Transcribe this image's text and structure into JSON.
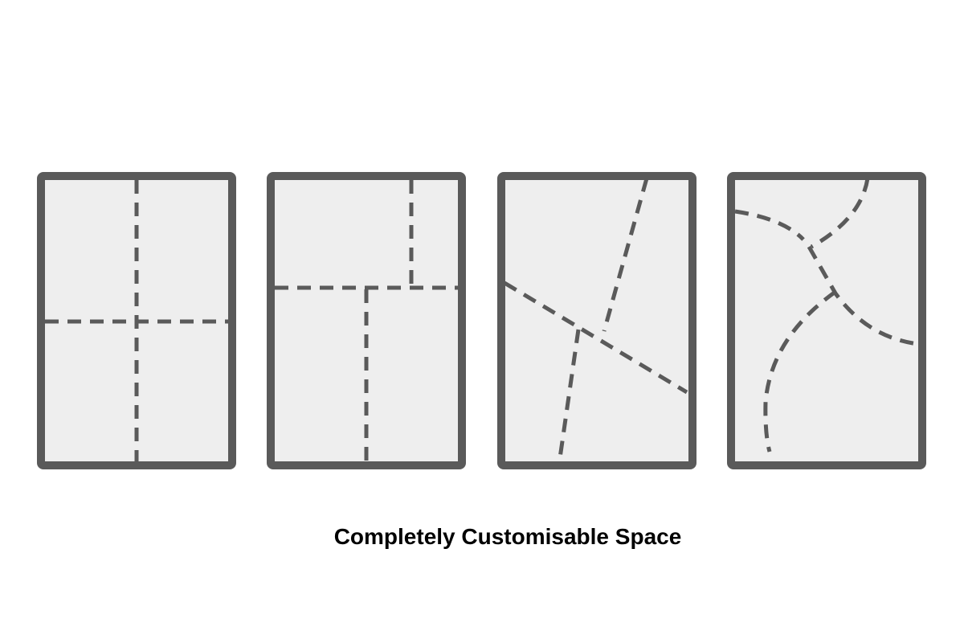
{
  "caption": "Completely Customisable Space",
  "colors": {
    "frame": "#5a5a5a",
    "fill": "#eeeeee",
    "text": "#000000"
  },
  "panels": [
    {
      "name": "four-quadrant-layout"
    },
    {
      "name": "offset-rectangular-layout"
    },
    {
      "name": "angled-layout"
    },
    {
      "name": "curved-layout"
    }
  ]
}
